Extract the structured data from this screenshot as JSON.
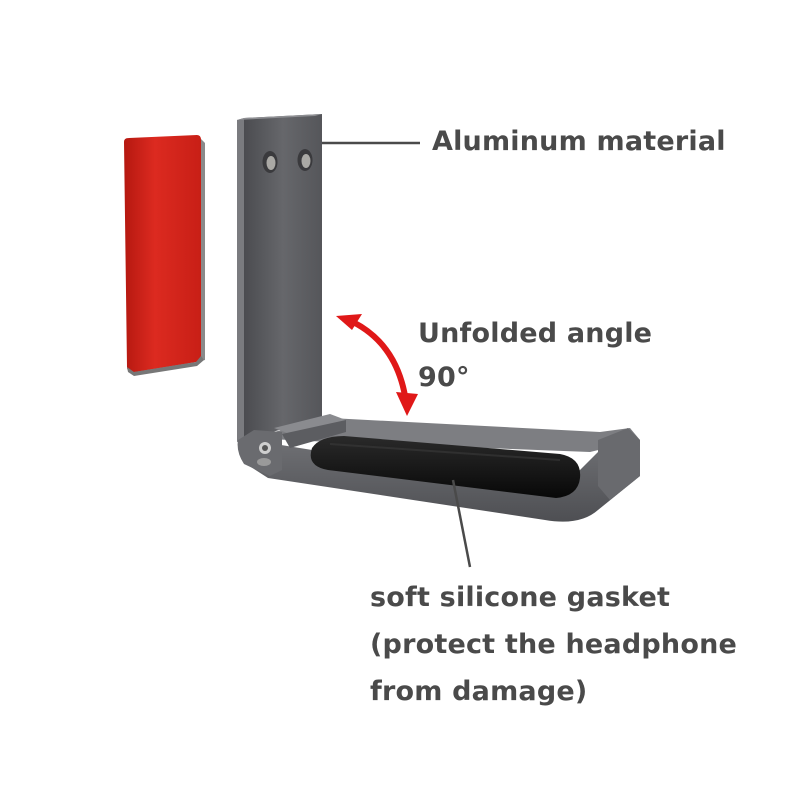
{
  "labels": {
    "aluminum": "Aluminum material",
    "angle_line1": "Unfolded angle",
    "angle_line2": "90°",
    "gasket_line1": "soft silicone gasket",
    "gasket_line2": "(protect the headphone",
    "gasket_line3": "from damage)"
  },
  "colors": {
    "adhesive_pad": "#d8261f",
    "aluminum_body": "#5e5f63",
    "silicone": "#141414",
    "arrow": "#e01818",
    "text": "#4a4a4a"
  }
}
